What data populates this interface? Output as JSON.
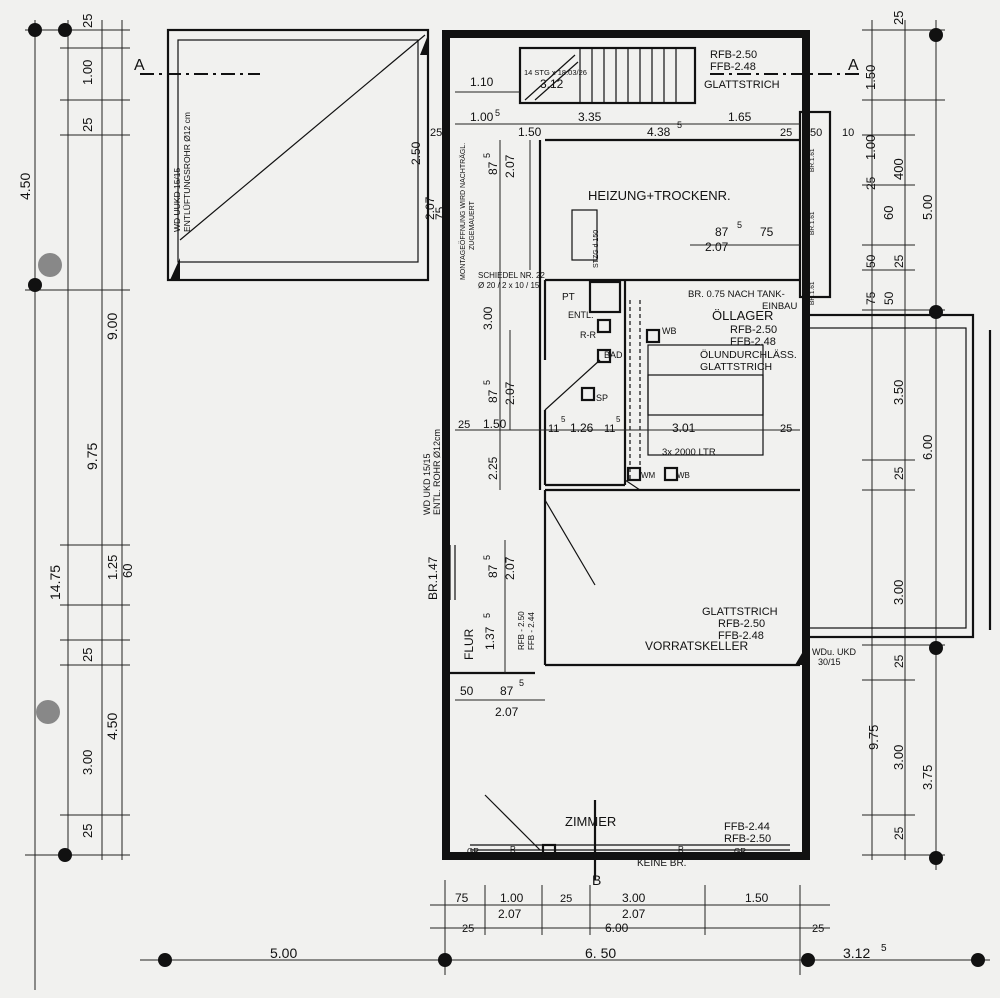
{
  "rooms": {
    "heizung": "HEIZUNG+TROCKENR.",
    "oellager": "ÖLLAGER",
    "oellager_ffb": "RFB-2.50",
    "oellager_ffb2": "FFB-2.48",
    "oellager_note1": "ÖLUNDURCHLÄSS.",
    "oellager_note2": "GLATTSTRICH",
    "vorrat": "VORRATSKELLER",
    "vorrat_n1": "GLATTSTRICH",
    "vorrat_n2": "RFB-2.50",
    "vorrat_n3": "FFB-2.48",
    "zimmer": "ZIMMER",
    "zimmer_n1": "FFB-2.44",
    "zimmer_n2": "RFB-2.50",
    "flur": "FLUR",
    "stair_head1": "RFB-2.50",
    "stair_head2": "FFB-2.48",
    "stair_head3": "GLATTSTRICH",
    "stair_note": "14 STG x 18.03/26",
    "stair_num": "3.12",
    "keine_br": "KEINE BR.",
    "tank": "3x 2000 LTR",
    "br_tank1": "BR. 0.75 NACH TANK-",
    "br_tank2": "EINBAU",
    "schiedel1": "SCHIEDEL NR. 22",
    "schiedel2": "Ø 20 / 2 x 10 / 15",
    "montage1": "MONTAGEÖFFNUNG WIRD NACHTRÄGL.",
    "montage2": "ZUGEMAUERT",
    "wd_left1": "WD UUKD 15/15",
    "wd_left2": "ENTLÜFTUNGSROHR Ø12 cm",
    "wd_mid1": "WD UKD 15/15",
    "wd_mid2": "ENTL. ROHR Ø12cm",
    "wd_right1": "WDu. UKD",
    "wd_right2": "30/15",
    "br147": "BR.1.47",
    "br161a": "BR.1.61",
    "br161b": "BR.1.61",
    "br161c": "BR.1.61",
    "stzg": "STZG d 150",
    "pt": "PT",
    "entl": "ENTL.",
    "rr": "R-R",
    "bad": "BAD",
    "sp": "SP",
    "wb1": "WB",
    "wm": "WM",
    "wb2": "WB",
    "gr1": "GR",
    "gr2": "GR",
    "r1": "R",
    "r2": "R",
    "section_a": "A",
    "section_b": "B"
  },
  "dims": {
    "left_outer": [
      "4.50",
      "9.00",
      "9.75",
      "14.75",
      "4.50"
    ],
    "left_inner": [
      "25",
      "1.00",
      "25",
      "1.25",
      "60",
      "25",
      "3.00",
      "25"
    ],
    "right_outer": [
      "400",
      "5.00",
      "6.00",
      "9.75",
      "3.75"
    ],
    "right_inner": [
      "25",
      "1.50",
      "1.00",
      "25",
      "60",
      "25",
      "50",
      "75",
      "50",
      "3.50",
      "25",
      "3.00",
      "25",
      "3.00",
      "25"
    ],
    "bottom": [
      "5.00",
      "6. 50",
      "3.12",
      "5"
    ],
    "bottom_inner": [
      "75",
      "1.00",
      "25",
      "3.00",
      "1.50",
      "2.07",
      "2.07",
      "25",
      "6.00",
      "25"
    ],
    "inner": [
      "1.10",
      "1.00",
      "5",
      "1.50",
      "3.35",
      "4.38",
      "5",
      "1.65",
      "25",
      "50",
      "10",
      "25",
      "2.50",
      "87",
      "5",
      "2.07",
      "75",
      "2.07",
      "87",
      "5",
      "2.07",
      "75",
      "3.00",
      "87",
      "5",
      "2.07",
      "25",
      "1.50",
      "11",
      "5",
      "1.26",
      "11",
      "5",
      "3.01",
      "25",
      "2.25",
      "87",
      "5",
      "2.07",
      "1.37",
      "5",
      "RFB - 2.50",
      "FFB - 2.44",
      "50",
      "87",
      "5",
      "2.07"
    ]
  }
}
